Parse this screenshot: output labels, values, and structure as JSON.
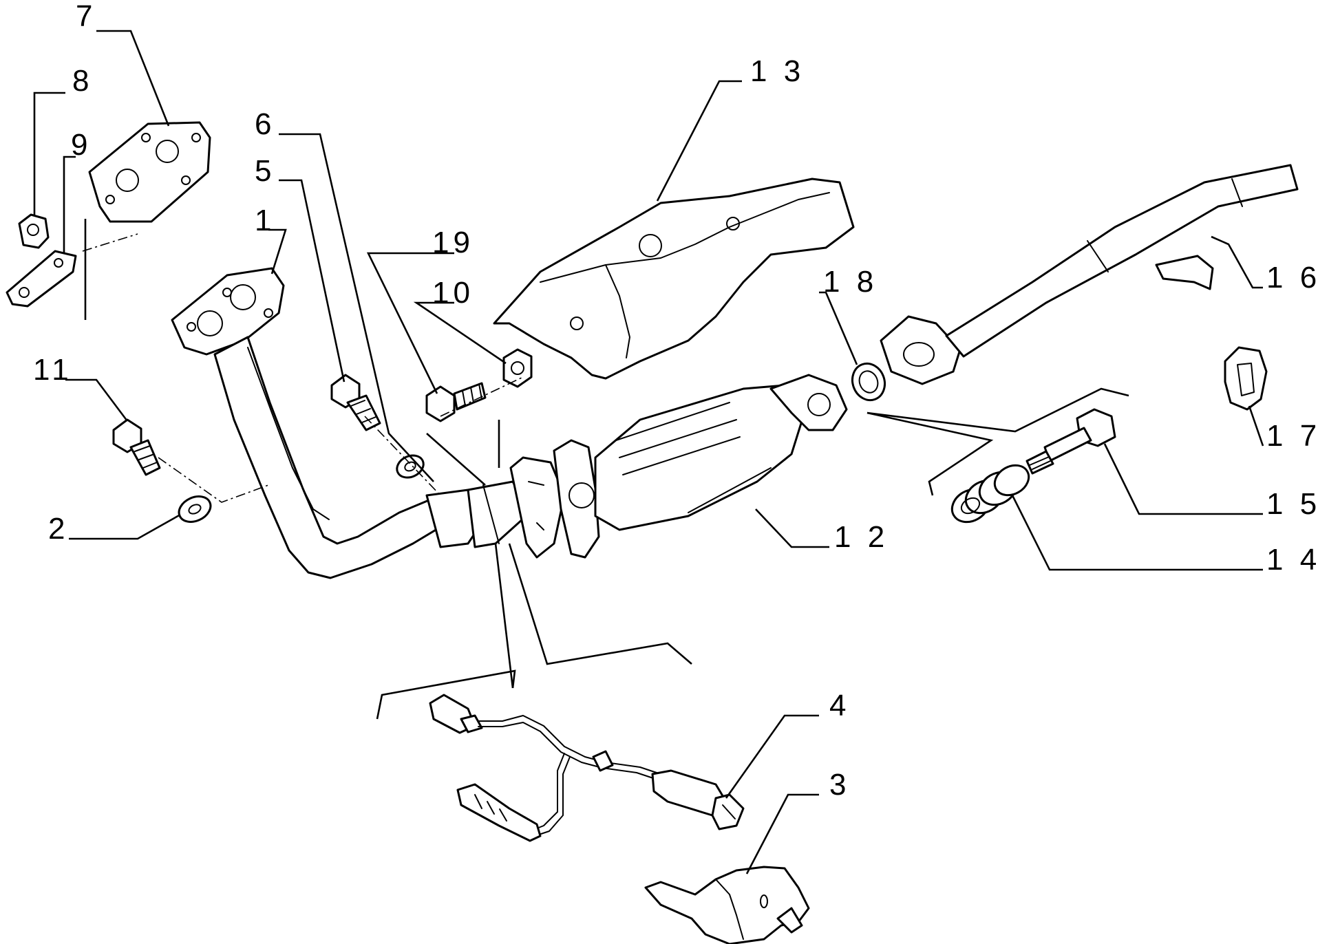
{
  "callouts": {
    "c1": "1",
    "c2": "2",
    "c3": "3",
    "c4": "4",
    "c5": "5",
    "c6": "6",
    "c7": "7",
    "c8": "8",
    "c9": "9",
    "c10": "10",
    "c11": "11",
    "c12": "1 2",
    "c13": "1 3",
    "c14": "1 4",
    "c15": "1 5",
    "c16": "1 6",
    "c17": "1 7",
    "c18": "1 8",
    "c19": "19"
  },
  "colors": {
    "line": "#000000",
    "background": "#ffffff"
  }
}
